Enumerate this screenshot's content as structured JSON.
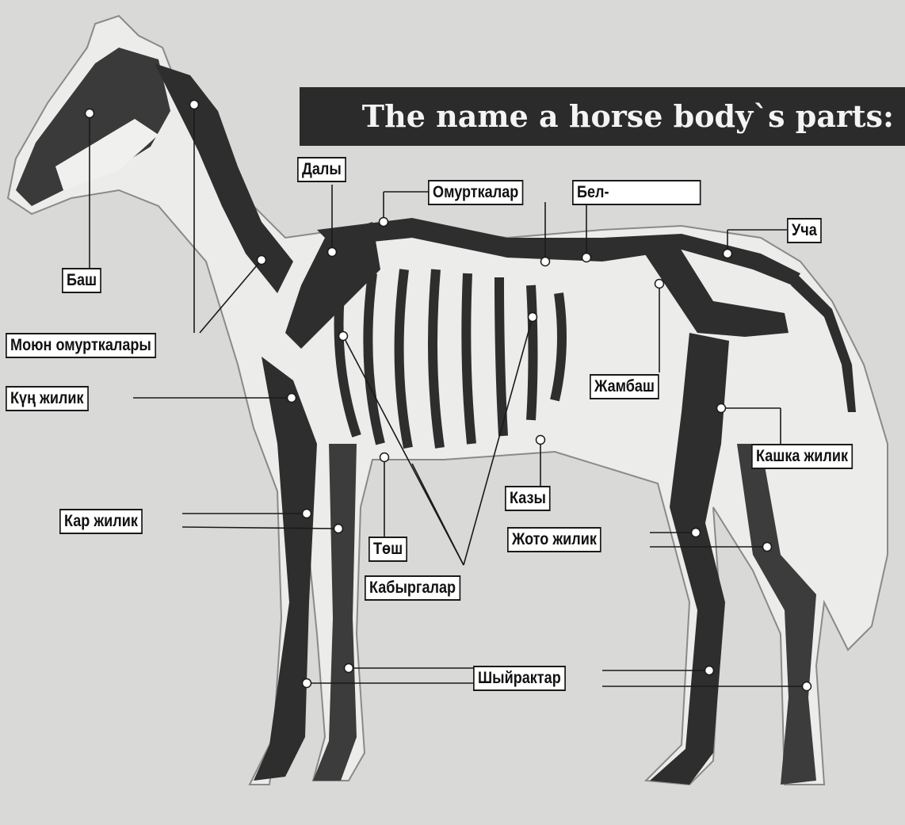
{
  "title": "The name a horse body`s parts:",
  "labels": {
    "bash": "Баш",
    "moyun": "Моюн омурткалары",
    "kun_zhilik": "Күң жилик",
    "kar_zhilik": "Кар жилик",
    "daly": "Далы",
    "omurtkalar": "Омурткалар",
    "bel": "Бел-",
    "ucha": "Уча",
    "zhambash": "Жамбаш",
    "kashka_zhilik": "Кашка жилик",
    "kazy": "Казы",
    "zhoto_zhilik": "Жото жилик",
    "tosh": "Төш",
    "kabyrgalar": "Кабыргалар",
    "shyiraktar": "Шыйрактар"
  },
  "colors": {
    "banner": "#2b2b2b",
    "paper": "#d9d9d7",
    "bone": "#2e2e2e",
    "body": "#ececea"
  }
}
